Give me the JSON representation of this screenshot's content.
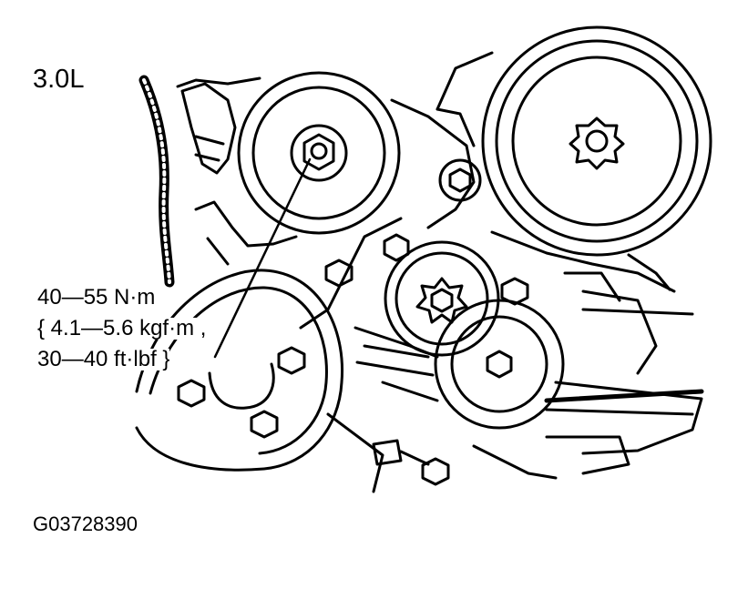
{
  "engine_label": "3.0L",
  "torque_spec": {
    "line1": "40—55 N·m",
    "line2": "{ 4.1—5.6 kgf·m ,",
    "line3": "30—40 ft·lbf }"
  },
  "figure_id": "G03728390",
  "colors": {
    "ink": "#000000",
    "paper": "#ffffff"
  }
}
